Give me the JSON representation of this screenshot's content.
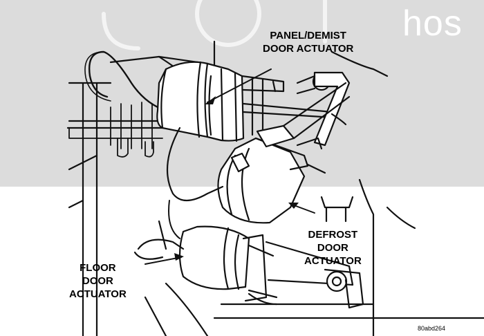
{
  "watermark": {
    "text": "hos"
  },
  "labels": {
    "panel_demist": [
      "PANEL/DEMIST",
      "DOOR ACTUATOR"
    ],
    "defrost": [
      "DEFROST",
      "DOOR",
      "ACTUATOR"
    ],
    "floor": [
      "FLOOR",
      "DOOR",
      "ACTUATOR"
    ]
  },
  "figure_code": "80abd264",
  "colors": {
    "band": "#dcdcdc",
    "ink": "#111111",
    "paper": "#ffffff"
  }
}
